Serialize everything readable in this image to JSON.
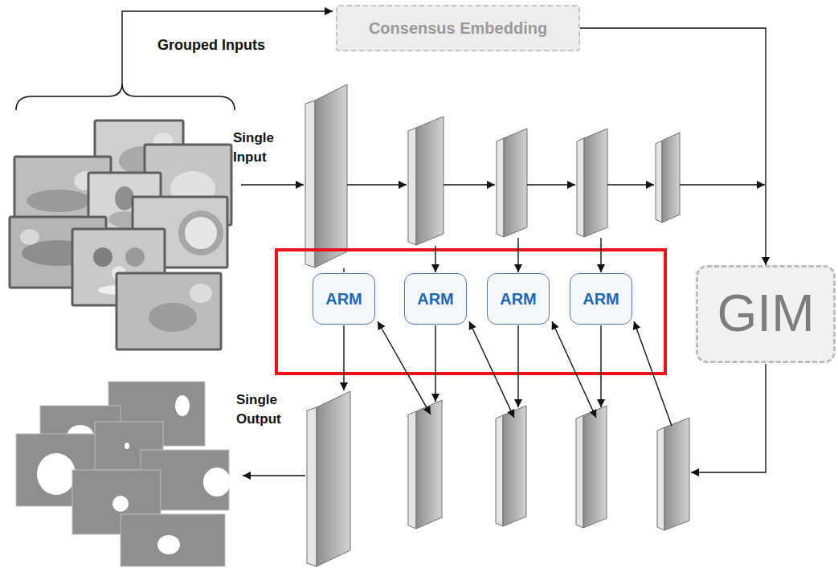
{
  "diagram": {
    "nodes": [
      {
        "text": [
          "Consensus Embedding"
        ]
      },
      {
        "text": [
          "ARM"
        ]
      },
      {
        "text": [
          "ARM"
        ]
      },
      {
        "text": [
          "ARM"
        ]
      },
      {
        "text": [
          "ARM"
        ]
      },
      {
        "text": [
          "GIM"
        ]
      }
    ],
    "edges": [
      {
        "from": 0,
        "to": 5,
        "arrow": "to"
      }
    ],
    "labels": [
      "Grouped Inputs",
      "Single Input",
      "Single Output"
    ]
  }
}
